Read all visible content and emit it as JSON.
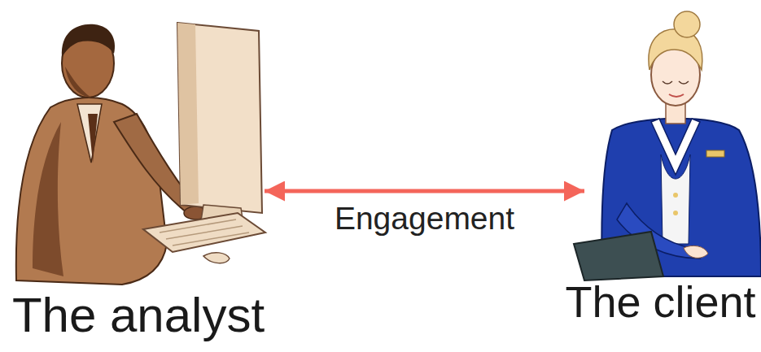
{
  "diagram": {
    "nodes": [
      {
        "text": [
          "The analyst"
        ]
      },
      {
        "text": [
          "The client"
        ]
      }
    ],
    "edges": [
      {
        "from": 0,
        "to": 1,
        "arrow": "both",
        "label": "Engagement"
      }
    ]
  }
}
